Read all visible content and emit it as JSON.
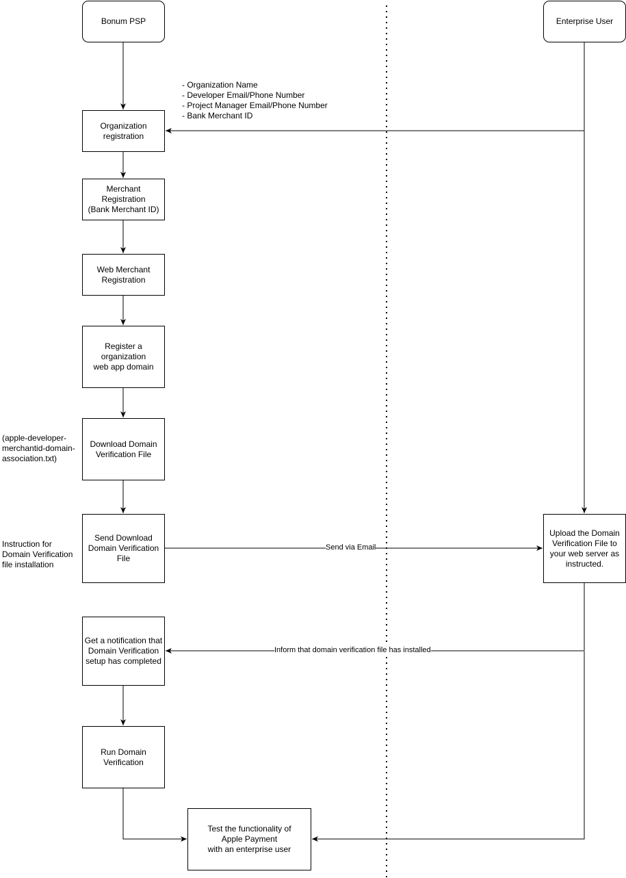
{
  "actors": {
    "left": "Bonum PSP",
    "right": "Enterprise User"
  },
  "steps": {
    "org_registration": "Organization\nregistration",
    "merchant_registration": "Merchant\nRegistration\n(Bank Merchant ID)",
    "web_merchant_registration": "Web Merchant\nRegistration",
    "register_domain": "Register a\norganization\nweb app domain",
    "download_verification": "Download Domain\nVerification File",
    "send_download": "Send Download\nDomain Verification\nFile",
    "upload_file": "Upload the Domain\nVerification File to\nyour web server as\ninstructed.",
    "get_notification": "Get a notification that\nDomain Verification\nsetup has completed",
    "run_verification": "Run Domain\nVerification",
    "test_functionality": "Test the functionality of\nApple Payment\nwith an enterprise user"
  },
  "notes": {
    "registration_fields": "- Organization Name\n- Developer Email/Phone Number\n- Project Manager Email/Phone Number\n- Bank Merchant ID",
    "file_name": "(apple-developer-\nmerchantid-domain-\nassociation.txt)",
    "instruction": "Instruction for\nDomain Verification\nfile installation"
  },
  "edge_labels": {
    "send_via_email": "Send via Email",
    "inform_installed": "Inform that domain verification file has installed"
  }
}
